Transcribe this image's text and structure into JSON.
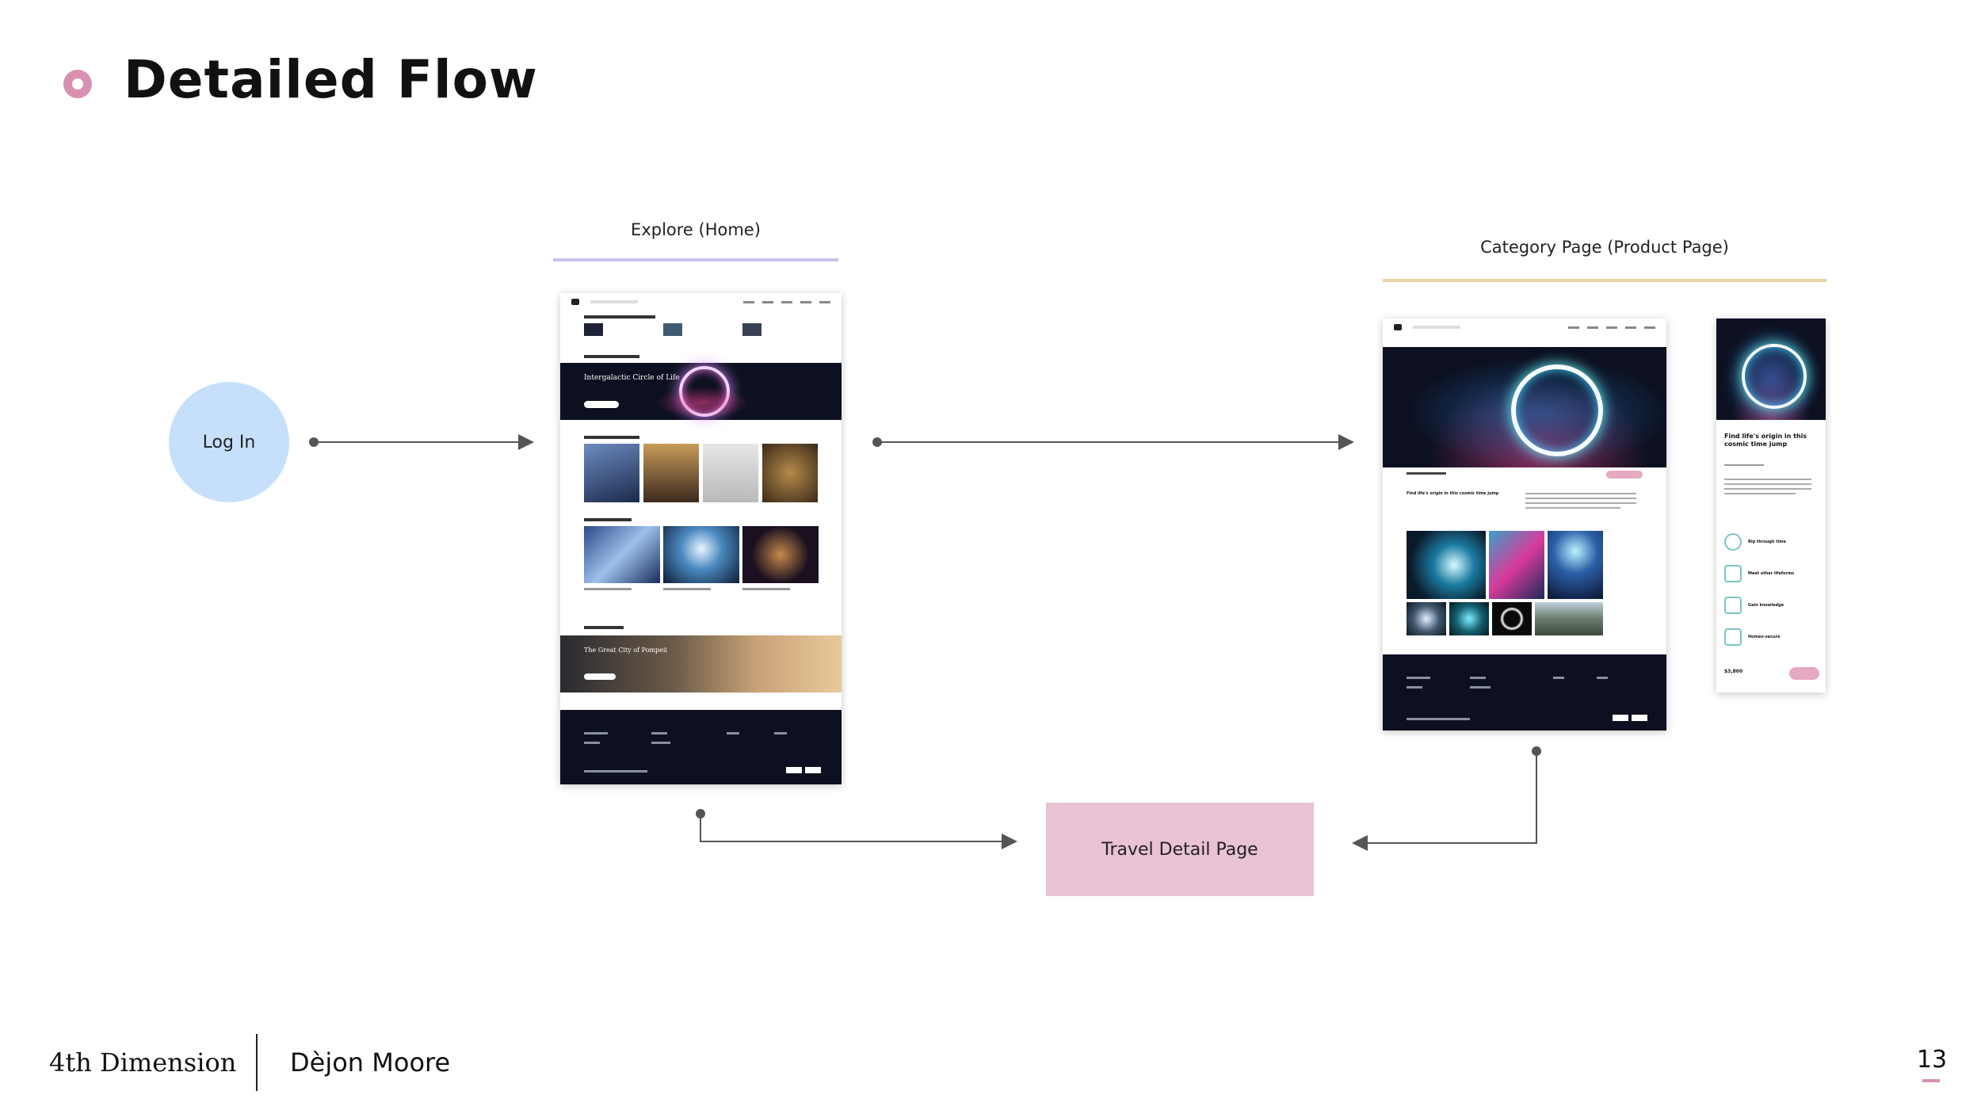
{
  "slide": {
    "title": "Detailed Flow",
    "accent_color": "#d890b0",
    "page_number": "13"
  },
  "footer": {
    "brand": "4th Dimension",
    "author": "Dèjon Moore"
  },
  "nodes": {
    "login": {
      "label": "Log In",
      "color": "#c6e0fb"
    },
    "explore": {
      "label": "Explore (Home)",
      "underline_color": "#c8c2ec"
    },
    "category": {
      "label": "Category Page (Product Page)",
      "underline_color": "#ead2a3"
    },
    "travel_detail": {
      "label": "Travel Detail Page",
      "color": "#e9c2d3"
    }
  },
  "mock_text": {
    "explore_hero": "Intergalactic Circle of Life",
    "explore_pompeii": "The Great City of Pompeii",
    "product_heading": "Find life's origin in this cosmic time jump",
    "product_price": "$3,800",
    "product_features": [
      "Rip through time",
      "Meet other lifeforms",
      "Gain knowledge",
      "Homeo-secure"
    ]
  }
}
